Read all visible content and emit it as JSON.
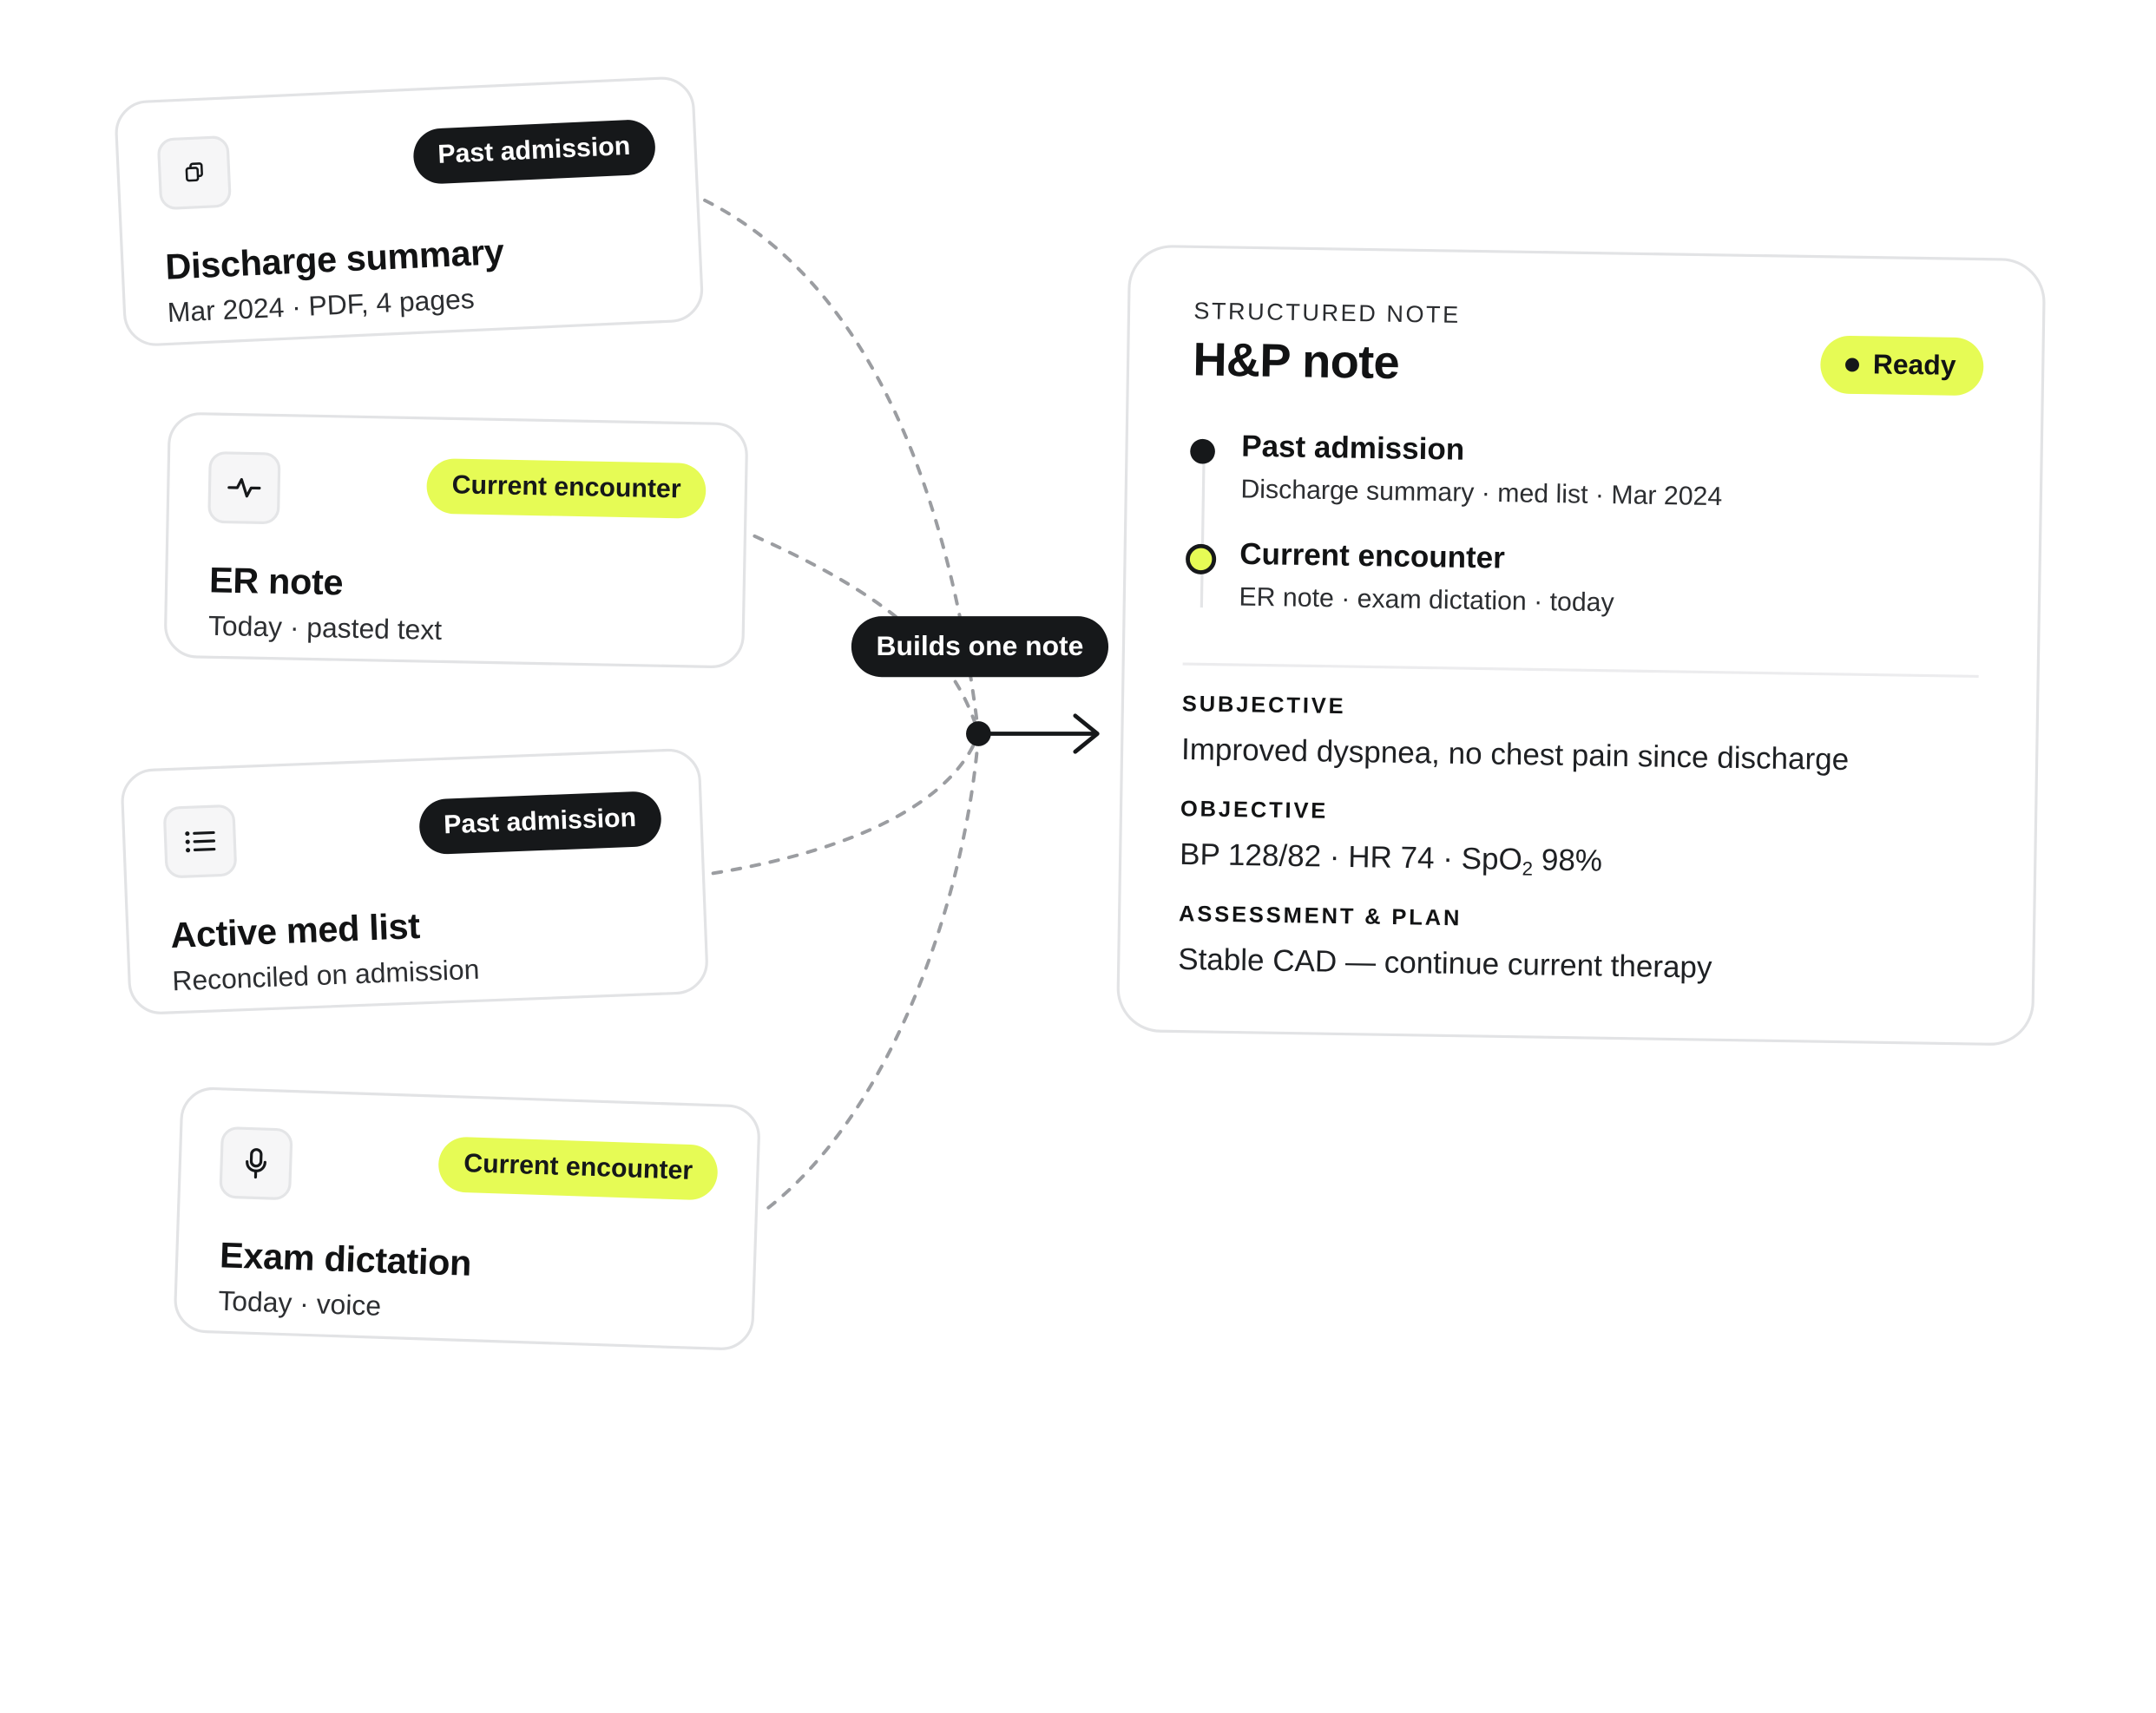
{
  "sources": [
    {
      "icon": "copy-icon",
      "tag": "Past admission",
      "tag_style": "dark",
      "title": "Discharge summary",
      "subtitle": "Mar 2024 · PDF, 4 pages"
    },
    {
      "icon": "pulse-icon",
      "tag": "Current encounter",
      "tag_style": "lime",
      "title": "ER note",
      "subtitle": "Today · pasted text"
    },
    {
      "icon": "list-icon",
      "tag": "Past admission",
      "tag_style": "dark",
      "title": "Active med list",
      "subtitle": "Reconciled on admission"
    },
    {
      "icon": "microphone-icon",
      "tag": "Current encounter",
      "tag_style": "lime",
      "title": "Exam dictation",
      "subtitle": "Today · voice"
    }
  ],
  "hub": {
    "label": "Builds one note"
  },
  "note": {
    "eyebrow": "STRUCTURED NOTE",
    "title": "H&P note",
    "status": "Ready",
    "timeline": [
      {
        "title": "Past admission",
        "detail": "Discharge summary · med list · Mar 2024"
      },
      {
        "title": "Current encounter",
        "detail": "ER note · exam dictation · today"
      }
    ],
    "sections": {
      "subjective": {
        "label": "SUBJECTIVE",
        "text": "Improved dyspnea, no chest pain since discharge"
      },
      "objective": {
        "label": "OBJECTIVE",
        "text_prefix": "BP 128/82 · HR 74 · SpO",
        "text_subscript": "2",
        "text_suffix": " 98%"
      },
      "assessment": {
        "label": "ASSESSMENT & PLAN",
        "text": "Stable CAD — continue current therapy"
      }
    }
  },
  "colors": {
    "accent_lime": "#e6fb55",
    "ink": "#16181a",
    "border": "#e2e3e5",
    "connector": "#9b9da1"
  }
}
